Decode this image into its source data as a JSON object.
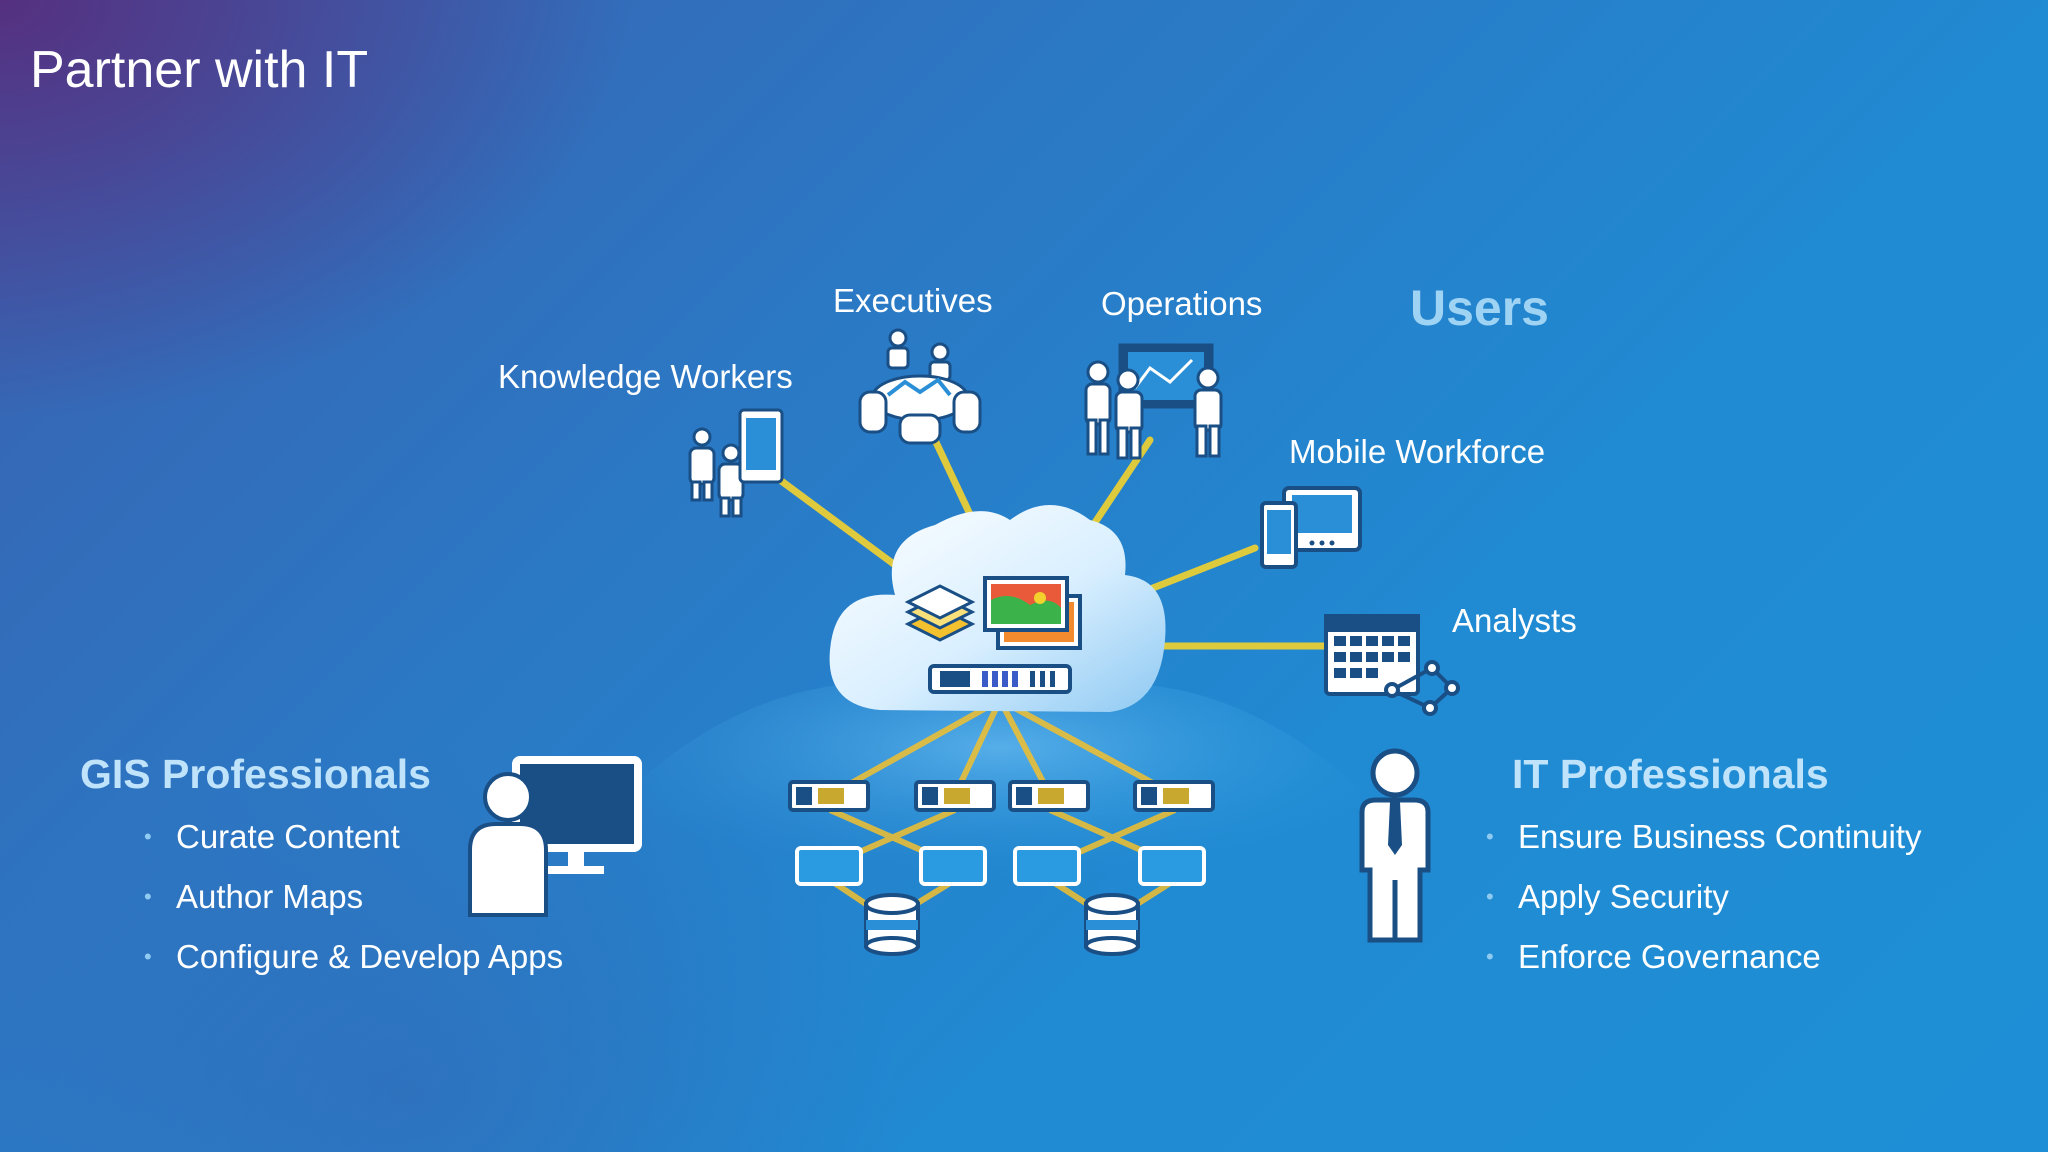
{
  "slide": {
    "title": "Partner with IT"
  },
  "users": {
    "heading": "Users",
    "groups": [
      {
        "label": "Executives",
        "icon": "meeting-table-icon"
      },
      {
        "label": "Operations",
        "icon": "presentation-board-icon"
      },
      {
        "label": "Knowledge Workers",
        "icon": "people-with-phone-icon"
      },
      {
        "label": "Mobile Workforce",
        "icon": "mobile-devices-icon"
      },
      {
        "label": "Analysts",
        "icon": "calendar-network-icon"
      }
    ]
  },
  "gis": {
    "heading": "GIS Professionals",
    "items": [
      "Curate Content",
      "Author Maps",
      "Configure & Develop Apps"
    ],
    "icon": "person-at-monitor-icon"
  },
  "it": {
    "heading": "IT Professionals",
    "items": [
      "Ensure Business Continuity",
      "Apply Security",
      "Enforce Governance"
    ],
    "icon": "businessman-icon"
  },
  "center": {
    "icon": "cloud-platform-icon"
  },
  "colors": {
    "accent_line": "#f3d22e",
    "text": "#ffffff",
    "heading": "#bfe3fb",
    "users_heading": "#9fd3f3"
  }
}
